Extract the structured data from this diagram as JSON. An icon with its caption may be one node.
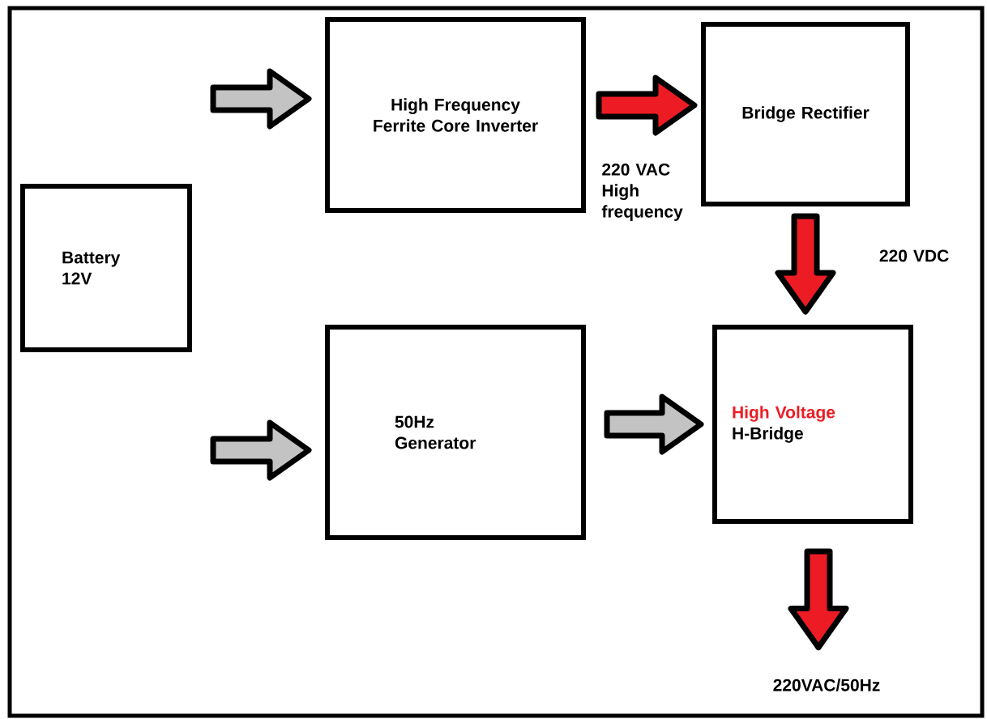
{
  "diagram": {
    "nodes": [
      {
        "text": [
          "Battery 12V"
        ]
      },
      {
        "text": [
          "High Frequency Ferrite Core Inverter"
        ]
      },
      {
        "text": [
          "Bridge Rectifier"
        ]
      },
      {
        "text": [
          "50Hz Generator"
        ]
      },
      {
        "text": [
          "High Voltage",
          "H-Bridge"
        ]
      },
      {
        "text": [
          "220VAC/50Hz"
        ]
      }
    ],
    "edges": [
      {
        "from": 0,
        "to": 1,
        "arrow": "to",
        "style": "thick",
        "color": "#c3c3c3"
      },
      {
        "from": 0,
        "to": 3,
        "arrow": "to",
        "style": "thick",
        "color": "#c3c3c3"
      },
      {
        "from": 1,
        "to": 2,
        "arrow": "to",
        "style": "thick",
        "color": "#ed1c24",
        "label": "220 VAC High frequency"
      },
      {
        "from": 2,
        "to": 4,
        "arrow": "to",
        "style": "thick",
        "color": "#ed1c24",
        "label": "220 VDC"
      },
      {
        "from": 3,
        "to": 4,
        "arrow": "to",
        "style": "thick",
        "color": "#c3c3c3"
      },
      {
        "from": 4,
        "to": 5,
        "arrow": "to",
        "style": "thick",
        "color": "#ed1c24"
      }
    ]
  }
}
